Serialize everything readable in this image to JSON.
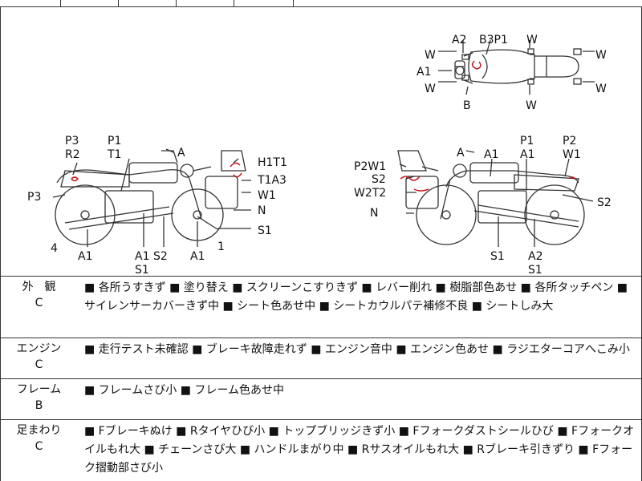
{
  "labels": {
    "top_a2": "A2",
    "top_b3p1": "B3P1",
    "top_w1": "W",
    "top_wl1": "W",
    "top_a1": "A1",
    "top_wl2": "W",
    "top_b": "B",
    "top_w2": "W",
    "top_wr1": "W",
    "top_wr2": "W",
    "l_p3": "P3",
    "l_r2": "R2",
    "l_p1": "P1",
    "l_t1": "T1",
    "l_a": "A",
    "l_h1t1": "H1T1",
    "l_t1a3": "T1A3",
    "l_w1": "W1",
    "l_n": "N",
    "l_s1": "S1",
    "l_p3b": "P3",
    "l_4": "4",
    "l_a1a": "A1",
    "l_a1b": "A1",
    "l_s2": "S2",
    "l_s1b": "S1",
    "l_a1c": "A1",
    "l_1": "1",
    "r_p2w1": "P2W1",
    "r_s2": "S2",
    "r_w2t2": "W2T2",
    "r_n": "N",
    "r_a": "A",
    "r_a1a": "A1",
    "r_p1": "P1",
    "r_a1b": "A1",
    "r_p2": "P2",
    "r_w1": "W1",
    "r_s2b": "S2",
    "r_s1": "S1",
    "r_a2": "A2",
    "r_s1b": "S1"
  },
  "sections": [
    {
      "name": "外　観",
      "grade": "C",
      "text": "■ 各所うすきず ■ 塗り替え ■ スクリーンこすりきず ■ レバー削れ ■ 樹脂部色あせ ■ 各所タッチペン ■ サイレンサーカバーきず中 ■ シート色あせ中 ■ シートカウルパテ補修不良 ■ シートしみ大"
    },
    {
      "name": "エンジン",
      "grade": "C",
      "text": "■ 走行テスト未確認 ■ ブレーキ故障走れず ■ エンジン音中 ■ エンジン色あせ ■ ラジエターコアへこみ小"
    },
    {
      "name": "フレーム",
      "grade": "B",
      "text": "■ フレームさび小 ■ フレーム色あせ中"
    },
    {
      "name": "足まわり",
      "grade": "C",
      "text": "■ Fブレーキぬけ ■ Rタイヤひび小 ■ トップブリッジきず小 ■ Fフォークダストシールひび ■ Fフォークオイルもれ大 ■ チェーンさび大 ■ ハンドルまがり中 ■ Rサスオイルもれ大 ■ Rブレーキ引きずり ■ Fフォーク摺動部さび小"
    }
  ],
  "colors": {
    "damage_mark": "#c0151b",
    "line": "#333333"
  }
}
